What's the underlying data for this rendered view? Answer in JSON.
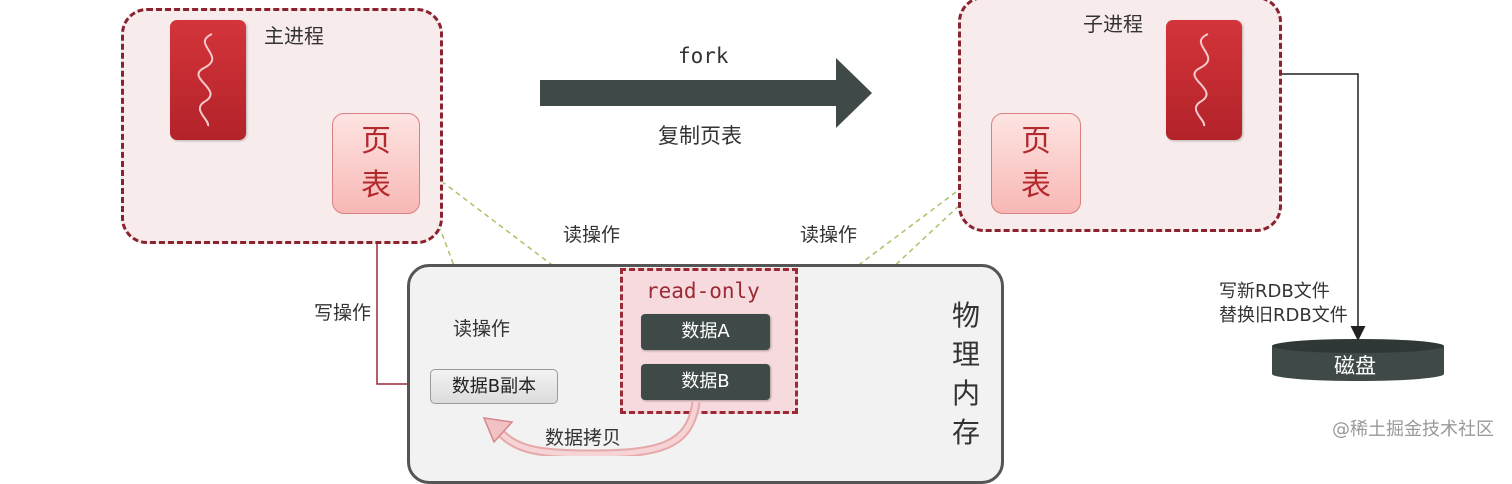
{
  "main_process": {
    "title": "主进程",
    "page_table_chars": [
      "页",
      "表"
    ]
  },
  "child_process": {
    "title": "子进程",
    "page_table_chars": [
      "页",
      "表"
    ]
  },
  "fork_arrow": {
    "top_label": "fork",
    "bottom_label": "复制页表"
  },
  "labels": {
    "read_op_left": "读操作",
    "read_op_right": "读操作",
    "read_op_inner": "读操作",
    "write_op": "写操作",
    "data_copy": "数据拷贝",
    "write_rdb_line1": "写新RDB文件",
    "write_rdb_line2": "替换旧RDB文件"
  },
  "physical_memory": {
    "title_chars": [
      "物",
      "理",
      "内",
      "存"
    ],
    "read_only_label": "read-only",
    "data_a": "数据A",
    "data_b": "数据B",
    "data_b_copy": "数据B副本"
  },
  "disk": {
    "label": "磁盘"
  },
  "watermark": "@稀土掘金技术社区",
  "colors": {
    "process_border": "#8a2330",
    "process_fill": "#f8ebec",
    "page_icon": "#c0282f",
    "page_table_text": "#b2292e",
    "data_block": "#3f4a48",
    "arrow": "#3f4a48",
    "dashed_read_line": "#a6c46a"
  }
}
